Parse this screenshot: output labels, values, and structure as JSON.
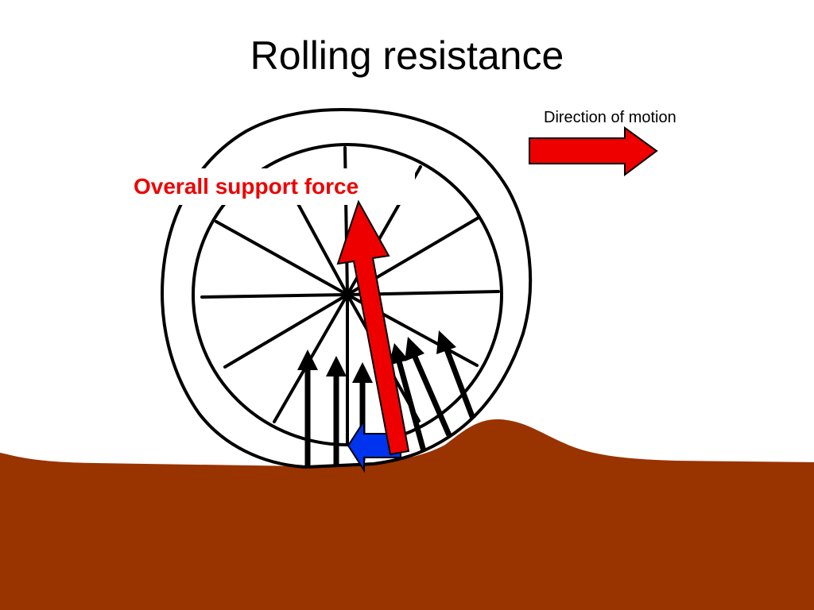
{
  "slide": {
    "title": "Rolling resistance"
  },
  "labels": {
    "direction_of_motion": "Direction of motion",
    "overall_support_force": "Overall support force"
  },
  "colors": {
    "ground": "#993300",
    "support_force": "#ee0000",
    "motion_arrow": "#ee0000",
    "resistance_arrow": "#0033ee",
    "wheel": "#000000",
    "reaction_arrows": "#000000"
  },
  "icons": {
    "wheel": "wheel-icon",
    "motion_arrow": "right-arrow-icon",
    "resistance_arrow": "left-arrow-icon"
  }
}
